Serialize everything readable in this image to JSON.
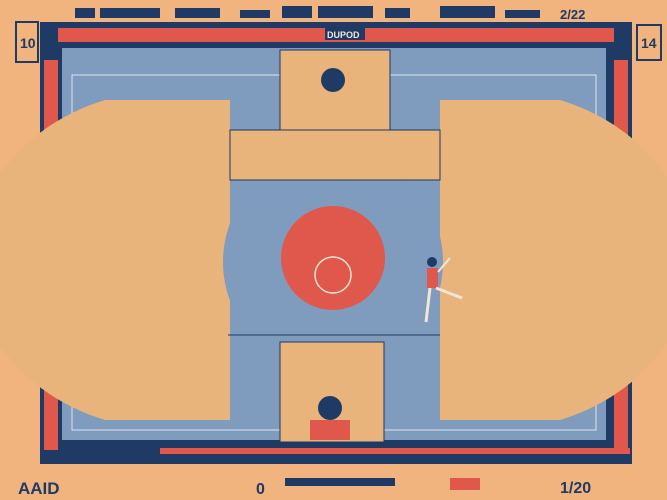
{
  "artwork": {
    "top_caption": "2/22",
    "scoreboard_label": "DUPOD",
    "bottom_left_caption": "AAID",
    "bottom_right_caption": "1/20",
    "bottom_center_caption": "0",
    "side_left_caption": "10",
    "side_right_caption": "14"
  },
  "colors": {
    "background": "#f2b47e",
    "navy": "#1f3a64",
    "red": "#e0584c",
    "court_blue": "#7f9bbd",
    "tan": "#e8b47c"
  }
}
